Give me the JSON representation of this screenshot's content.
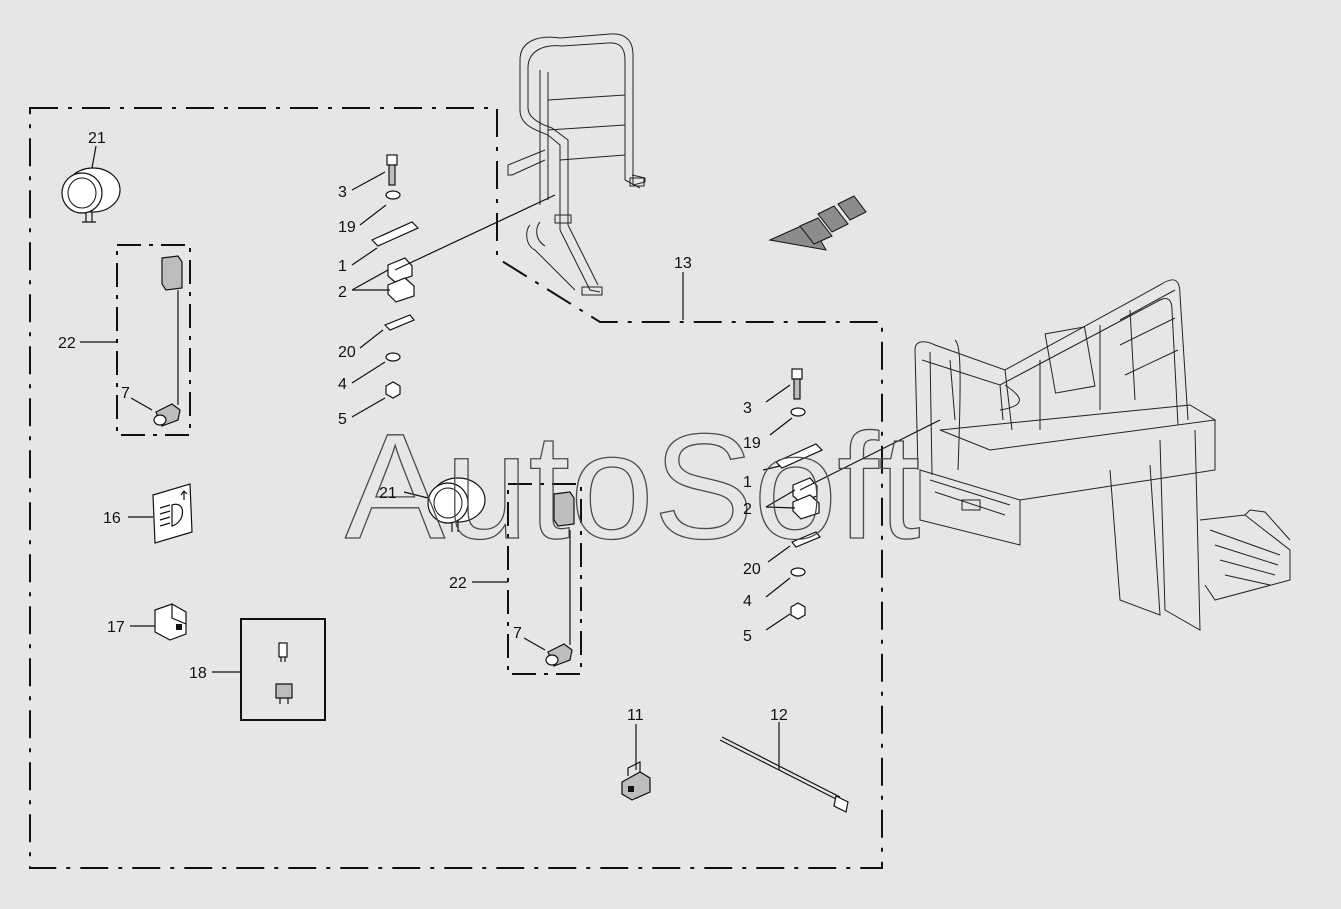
{
  "watermark": "AutoSoft",
  "callouts": {
    "set_a": {
      "c21": "21",
      "c22": "22",
      "c7": "7",
      "c16": "16",
      "c17": "17",
      "c18": "18",
      "c3": "3",
      "c19": "19",
      "c1": "1",
      "c2": "2",
      "c20": "20",
      "c4": "4",
      "c5": "5"
    },
    "c13": "13",
    "set_b": {
      "c21": "21",
      "c22": "22",
      "c7": "7",
      "c3": "3",
      "c19": "19",
      "c1": "1",
      "c2": "2",
      "c20": "20",
      "c4": "4",
      "c5": "5",
      "c11": "11",
      "c12": "12"
    }
  },
  "icons": [
    "work-lamp-icon",
    "fuse-icon",
    "relay-icon",
    "headlamp-decal-icon",
    "cable-tie-icon",
    "connector-icon",
    "direction-arrow-icon"
  ]
}
